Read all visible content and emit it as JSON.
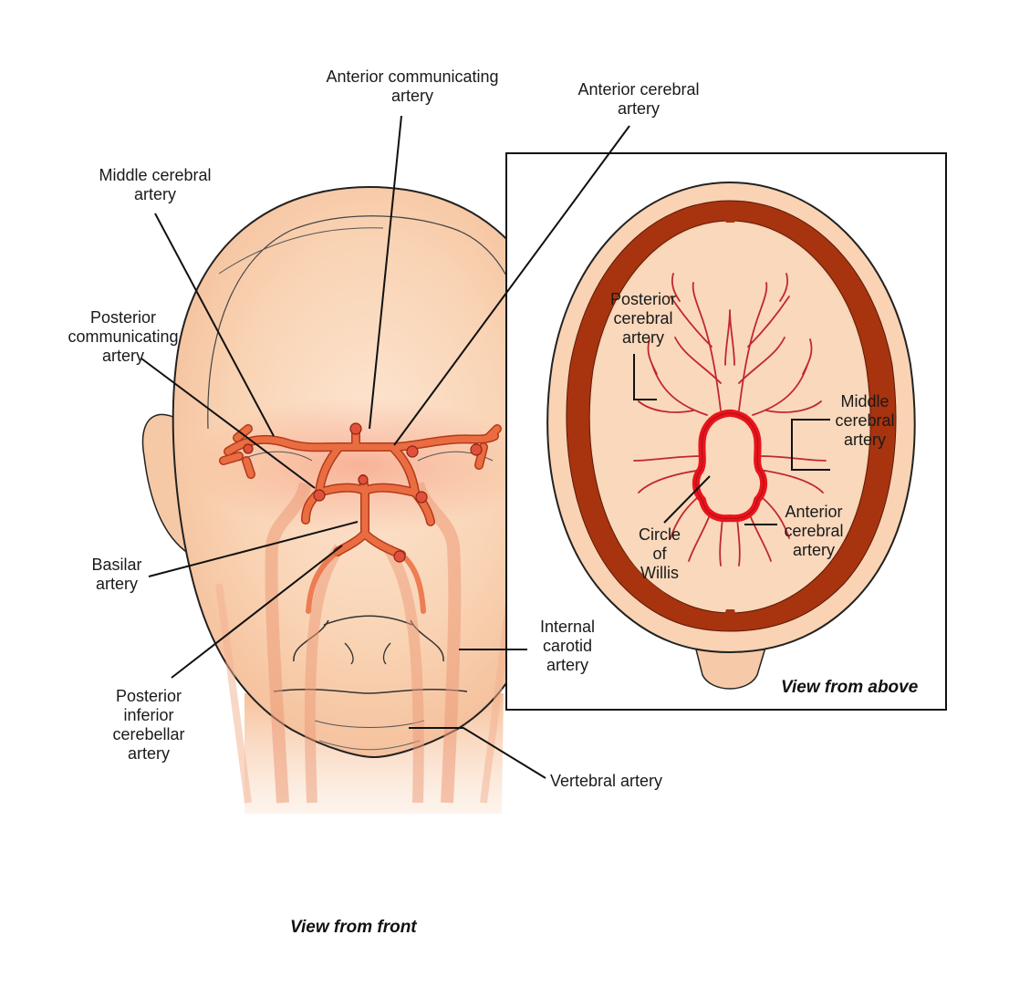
{
  "captions": {
    "front": "View from front",
    "above": "View from above"
  },
  "front_labels": {
    "anterior_communicating": [
      "Anterior communicating",
      "artery"
    ],
    "anterior_cerebral": [
      "Anterior cerebral",
      "artery"
    ],
    "middle_cerebral": [
      "Middle cerebral",
      "artery"
    ],
    "posterior_communicating": [
      "Posterior",
      "communicating",
      "artery"
    ],
    "basilar": [
      "Basilar",
      "artery"
    ],
    "internal_carotid": [
      "Internal",
      "carotid",
      "artery"
    ],
    "posterior_inferior_cerebellar": [
      "Posterior",
      "inferior",
      "cerebellar",
      "artery"
    ],
    "vertebral": [
      "Vertebral artery"
    ]
  },
  "top_labels": {
    "posterior_cerebral": [
      "Posterior",
      "cerebral",
      "artery"
    ],
    "middle_cerebral": [
      "Middle",
      "cerebral",
      "artery"
    ],
    "anterior_cerebral": [
      "Anterior",
      "cerebral",
      "artery"
    ],
    "circle_of_willis": [
      "Circle",
      "of",
      "Willis"
    ]
  },
  "colors": {
    "skin": "#f9d3b3",
    "skin_dark": "#f3b48a",
    "artery": "#e8643a",
    "artery_outline": "#b23a1a",
    "skull": "#a8330f",
    "circle": "#e8141c",
    "branch": "#c0282e"
  }
}
